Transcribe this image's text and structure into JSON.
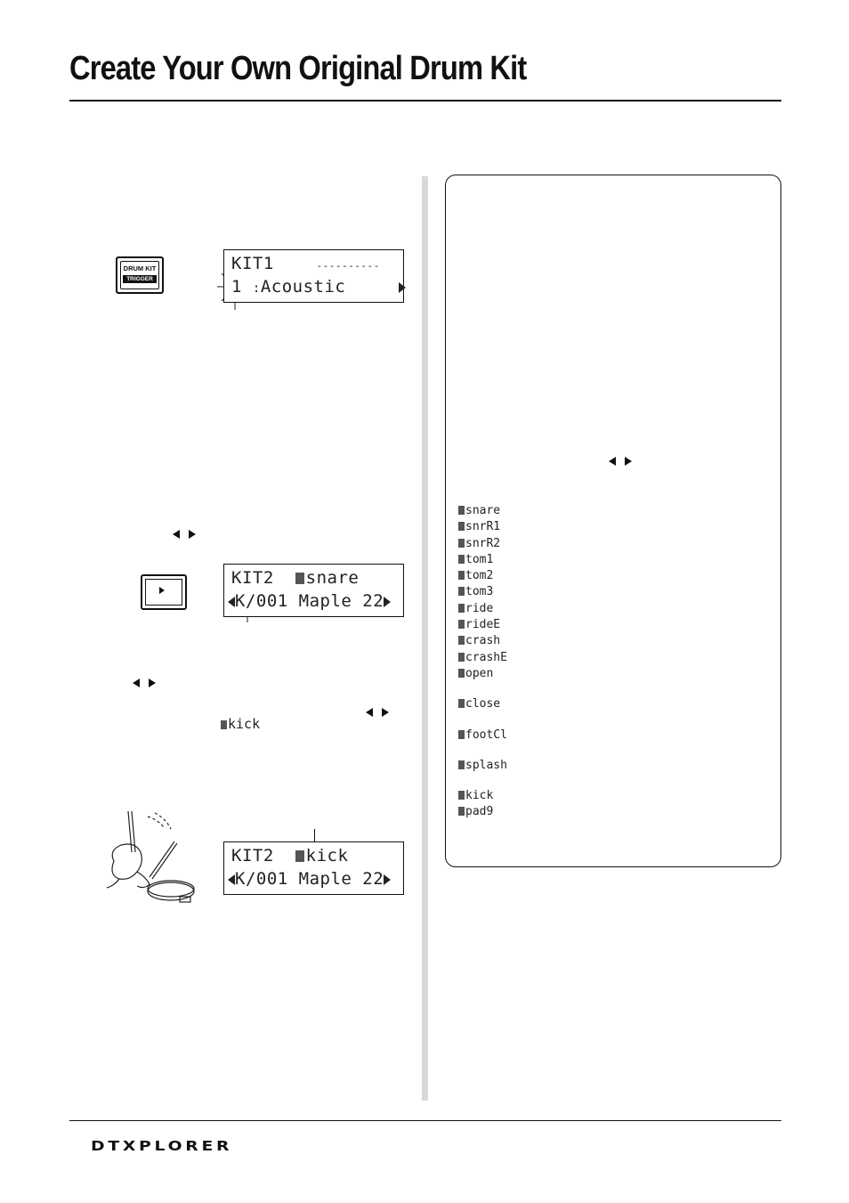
{
  "page": {
    "title": "Create Your Own Original Drum Kit",
    "brand": "DTXPLORER"
  },
  "buttons": {
    "drum_kit": {
      "label": "DRUM KIT",
      "sub": "TRIGGER"
    }
  },
  "lcd1": {
    "line1_a": "KIT1",
    "line1_b": "----------",
    "line2_num": "1",
    "line2_name": "Acoustic"
  },
  "lcd2": {
    "line1_a": "KIT2",
    "line1_b": "snare",
    "line2": "K/001 Maple 22"
  },
  "lcd3": {
    "line1_a": "KIT2",
    "line1_b": "kick",
    "line2": "K/001 Maple 22"
  },
  "inline_text": {
    "kick": "kick"
  },
  "pad_list": [
    "snare",
    "snrR1",
    "snrR2",
    "tom1",
    "tom2",
    "tom3",
    "ride",
    "rideE",
    "crash",
    "crashE",
    "open",
    "close",
    "footCl",
    "splash",
    "kick",
    "pad9"
  ]
}
